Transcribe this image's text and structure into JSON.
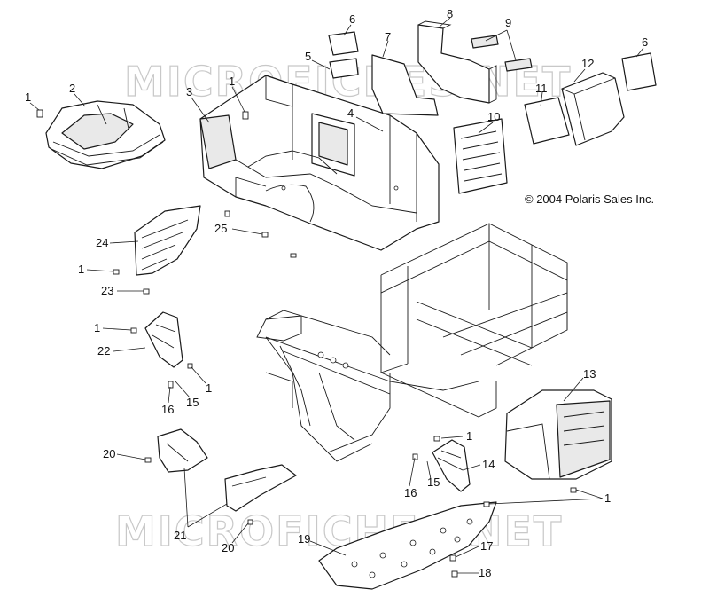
{
  "copyright": "© 2004 Polaris Sales Inc.",
  "watermark": "MICROFICHES.NET",
  "callouts": [
    "1",
    "2",
    "3",
    "1",
    "5",
    "6",
    "7",
    "8",
    "9",
    "6",
    "12",
    "4",
    "11",
    "10",
    "24",
    "25",
    "1",
    "23",
    "1",
    "22",
    "1",
    "16",
    "15",
    "13",
    "20",
    "1",
    "21",
    "20",
    "16",
    "15",
    "14",
    "1",
    "19",
    "17",
    "18"
  ]
}
